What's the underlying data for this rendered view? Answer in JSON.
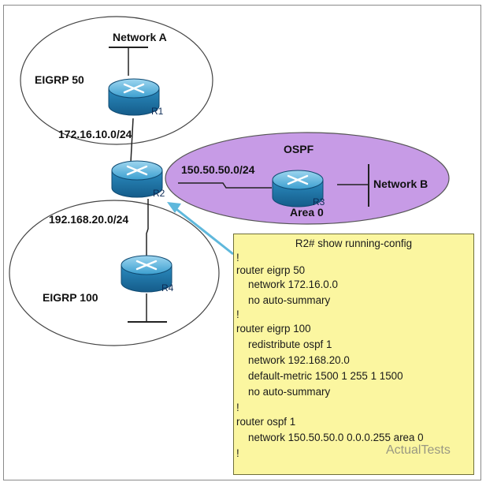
{
  "diagram": {
    "labels": {
      "network_a": "Network A",
      "network_b": "Network B",
      "eigrp50": "EIGRP 50",
      "eigrp100": "EIGRP 100",
      "ospf": "OSPF",
      "area0": "Area 0",
      "subnet_r1": "172.16.10.0/24",
      "subnet_r3": "150.50.50.0/24",
      "subnet_r4": "192.168.20.0/24"
    },
    "routers": {
      "r1": "R1",
      "r2": "R2",
      "r3": "R3",
      "r4": "R4"
    },
    "colors": {
      "ospf_fill": "#c79be6",
      "router_body": "#2a8fc3",
      "config_bg": "#fbf6a0",
      "arrow": "#5fb8dc"
    }
  },
  "config": {
    "title": "R2# show running-config",
    "lines": [
      "!",
      "router eigrp 50",
      "network 172.16.0.0",
      "no auto-summary",
      "!",
      "router eigrp 100",
      "redistribute ospf 1",
      "network 192.168.20.0",
      "default-metric 1500 1 255 1 1500",
      "no auto-summary",
      "!",
      "router ospf 1",
      "network 150.50.50.0 0.0.0.255 area 0",
      "!"
    ]
  },
  "watermark": "ActualTests"
}
